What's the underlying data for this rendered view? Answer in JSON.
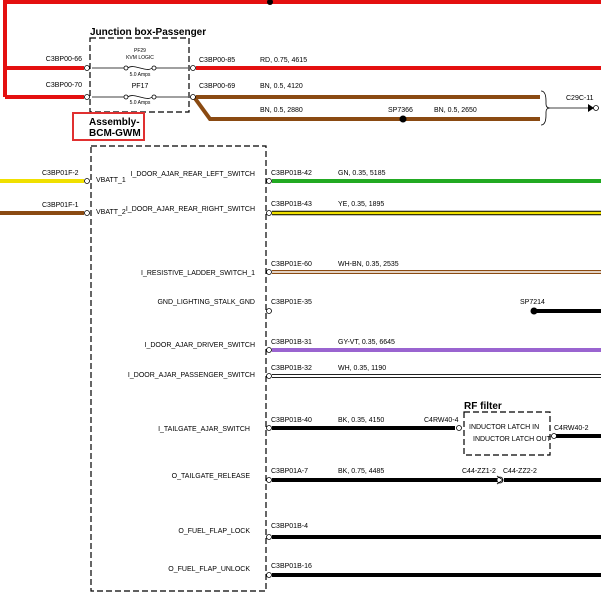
{
  "junction_box": {
    "title": "Junction box-Passenger",
    "fuses": [
      {
        "id": "PF29",
        "name": "KVM LOGIC",
        "rating": "5.0 Amps",
        "in_pin": "C3BP00-66",
        "out_pin": "C3BP00-85"
      },
      {
        "id": "PF17",
        "name": "",
        "rating": "5.0 Amps",
        "in_pin": "C3BP00-70",
        "out_pin": "C3BP00-69"
      }
    ],
    "wires": [
      {
        "spec": "RD, 0.75, 4615"
      },
      {
        "spec": "BN, 0.5, 4120"
      },
      {
        "spec": "BN, 0.5, 2880"
      },
      {
        "spec": "BN, 0.5, 2650"
      }
    ],
    "splice": "SP7366",
    "connector_out": "C29C-11"
  },
  "bcm": {
    "title_line1": "Assembly-",
    "title_line2": "BCM-GWM",
    "inputs": [
      {
        "pin": "C3BP01F-2",
        "label": "VBATT_1"
      },
      {
        "pin": "C3BP01F-1",
        "label": "VBATT_2"
      }
    ],
    "signals": [
      {
        "name": "I_DOOR_AJAR_REAR_LEFT_SWITCH",
        "pin": "C3BP01B-42",
        "wire": "GN, 0.35, 5185"
      },
      {
        "name": "I_DOOR_AJAR_REAR_RIGHT_SWITCH",
        "pin": "C3BP01B-43",
        "wire": "YE, 0.35, 1895"
      },
      {
        "name": "I_RESISTIVE_LADDER_SWITCH_1",
        "pin": "C3BP01E-60",
        "wire": "WH-BN, 0.35, 2535"
      },
      {
        "name": "GND_LIGHTING_STALK_GND",
        "pin": "C3BP01E-35",
        "wire": ""
      },
      {
        "name": "I_DOOR_AJAR_DRIVER_SWITCH",
        "pin": "C3BP01B-31",
        "wire": "GY-VT, 0.35, 6645"
      },
      {
        "name": "I_DOOR_AJAR_PASSENGER_SWITCH",
        "pin": "C3BP01B-32",
        "wire": "WH, 0.35, 1190"
      },
      {
        "name": "I_TAILGATE_AJAR_SWITCH",
        "pin": "C3BP01B-40",
        "wire": "BK, 0.35, 4150"
      },
      {
        "name": "O_TAILGATE_RELEASE",
        "pin": "C3BP01A-7",
        "wire": "BK, 0.75, 4485"
      },
      {
        "name": "O_FUEL_FLAP_LOCK",
        "pin": "C3BP01B-4",
        "wire": ""
      },
      {
        "name": "O_FUEL_FLAP_UNLOCK",
        "pin": "C3BP01B-16",
        "wire": ""
      }
    ],
    "gnd_splice": "SP7214"
  },
  "rf_filter": {
    "title": "RF filter",
    "in_pin": "C4RW40-4",
    "out_pin": "C4RW40-2",
    "line1": "INDUCTOR LATCH IN",
    "line2": "INDUCTOR LATCH OUT"
  },
  "tailgate": {
    "conn_a": "C44-ZZ1-2",
    "conn_b": "C44-ZZ2-2"
  },
  "colors": {
    "red": "#e41010",
    "brown": "#8a4a12",
    "green": "#22aa22",
    "yellow": "#f0e000",
    "purple": "#9a64d0",
    "black": "#000000",
    "box_red": "#e03030"
  }
}
